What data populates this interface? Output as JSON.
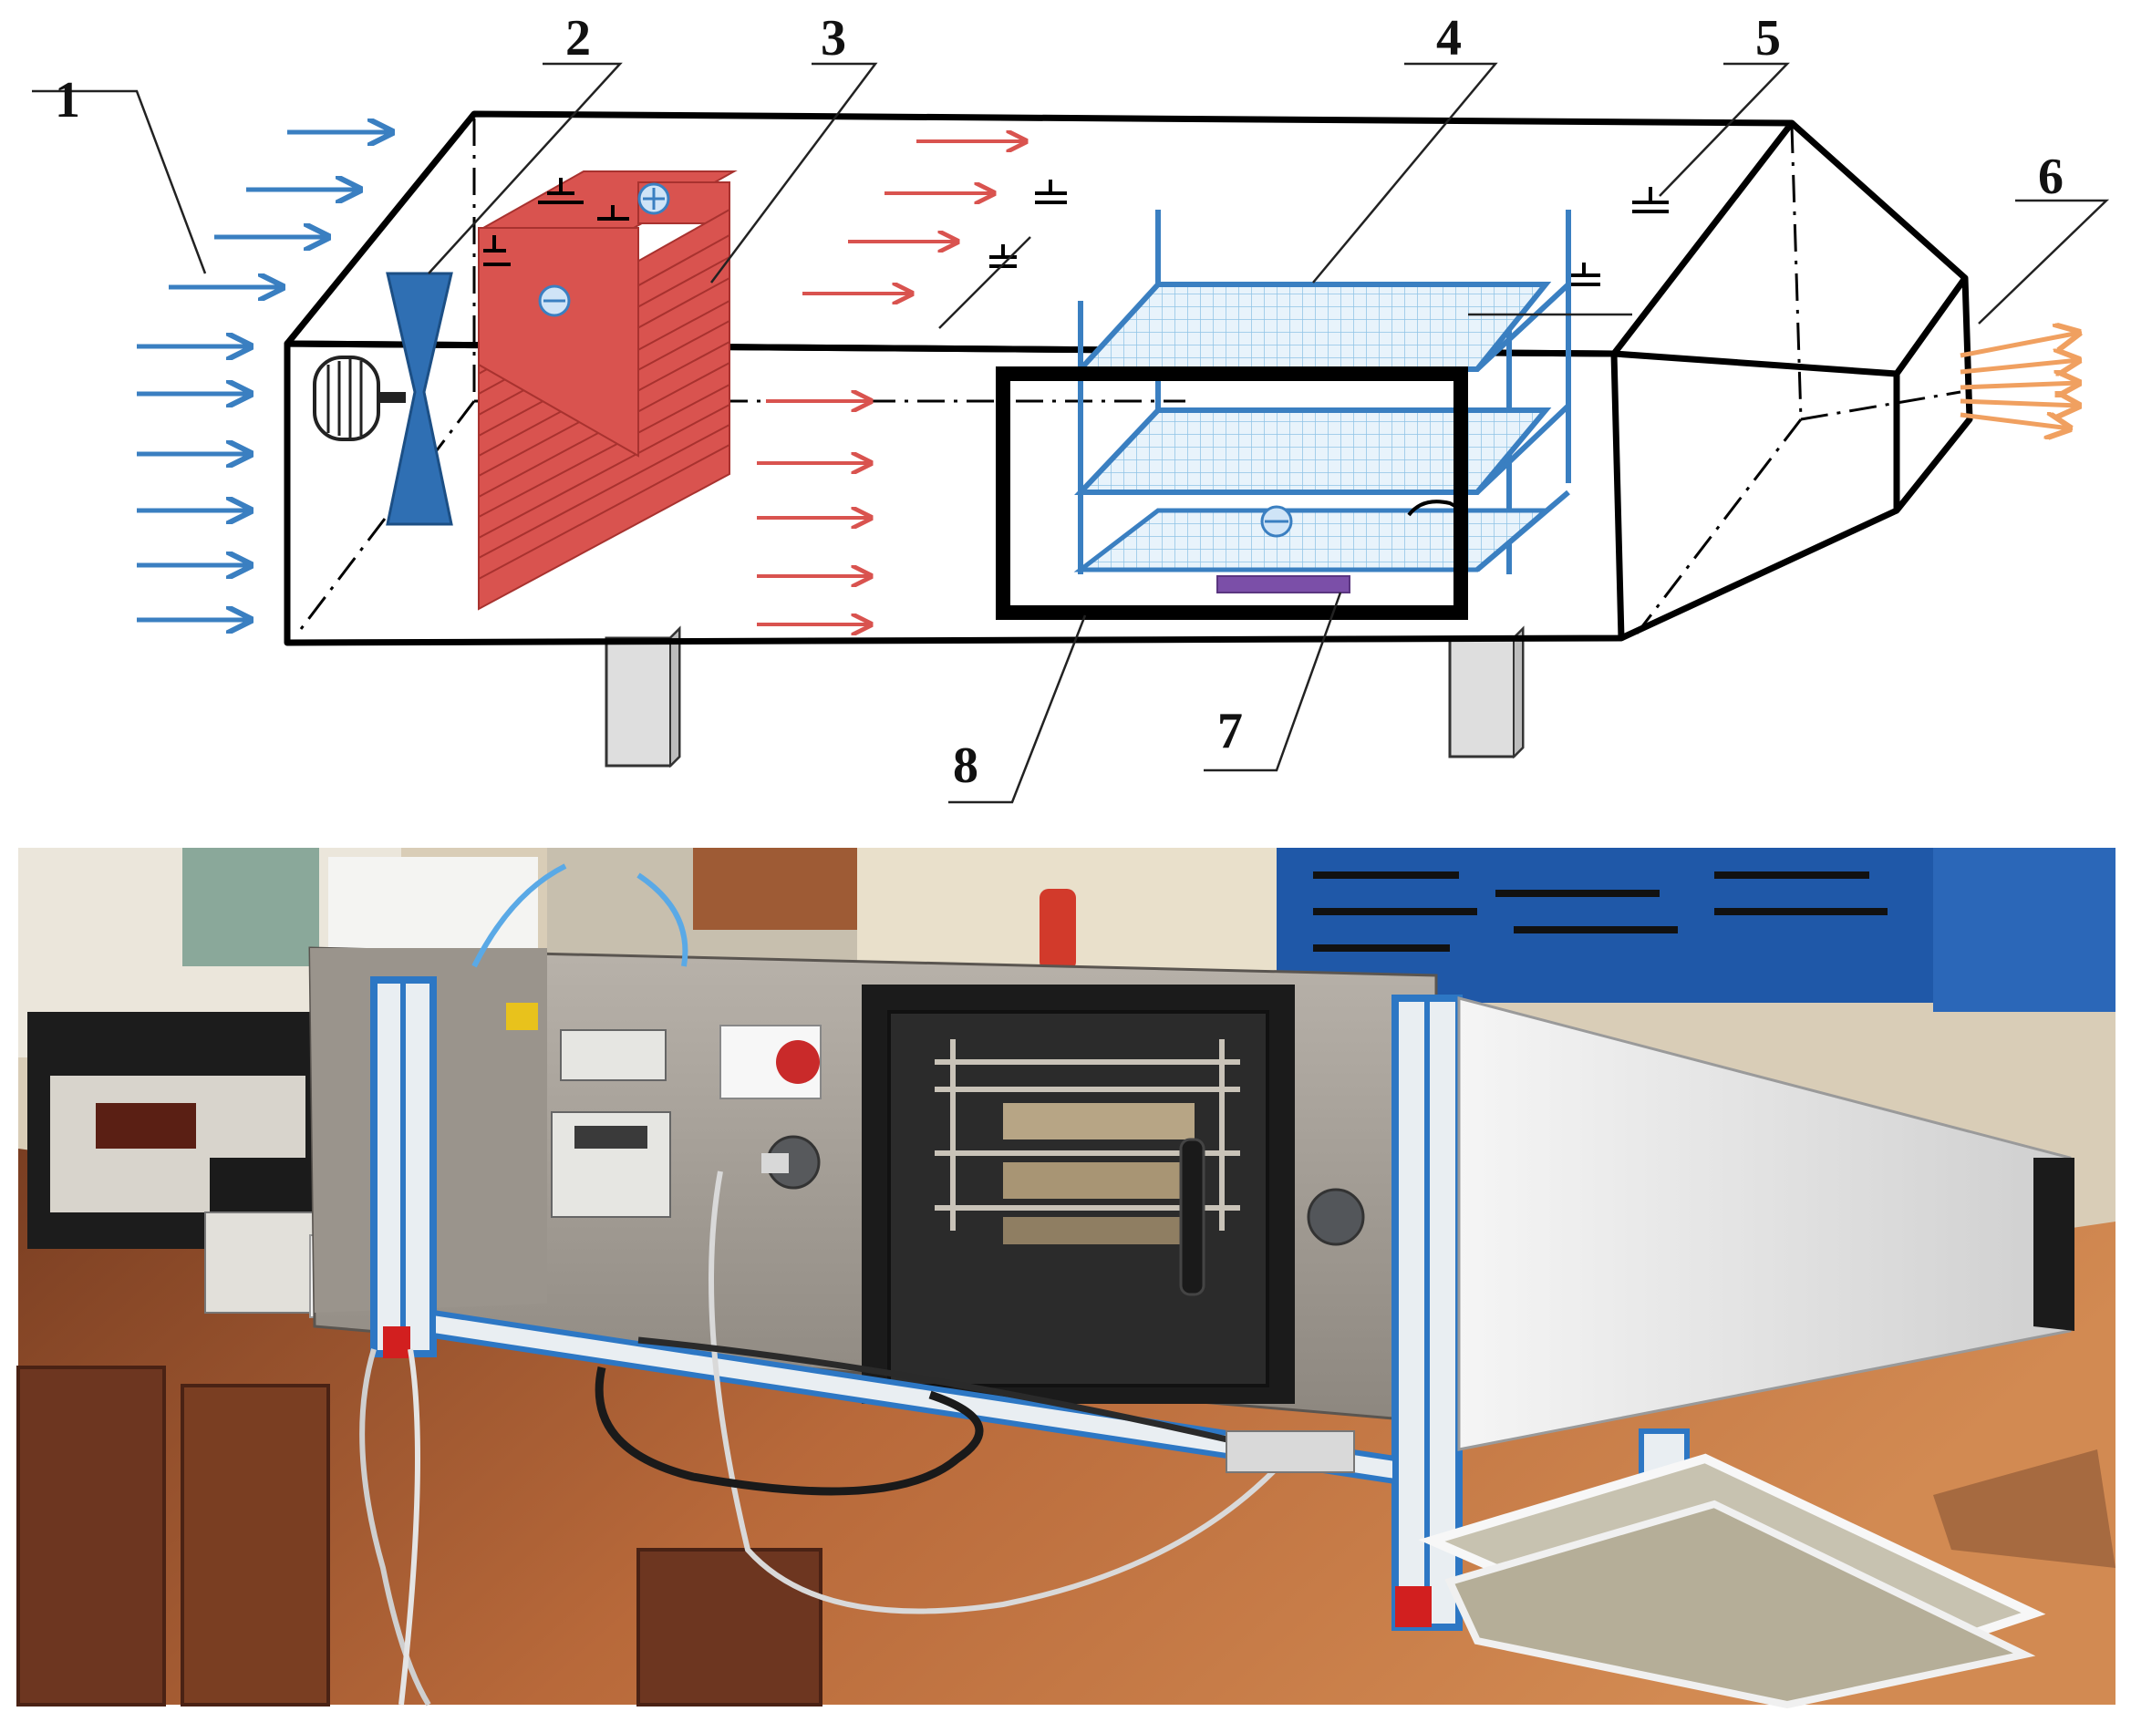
{
  "figure": {
    "labels": [
      "1",
      "2",
      "3",
      "4",
      "5",
      "6",
      "7",
      "8"
    ]
  },
  "components": {
    "air_inlet": "air-inlet-arrows",
    "fan": "fan-icon",
    "heater": "heater-fins",
    "trays": "tray-rack",
    "sensors": "sensor-icon",
    "outlet": "outlet-arrows",
    "scale": "weighing-plate",
    "door": "viewing-door"
  },
  "colors": {
    "inlet_air": "#3a7fc1",
    "heated_air": "#d9534f",
    "heater": "#d9534f",
    "trays": "#3a7fc1",
    "exhaust_air": "#f0a060",
    "scale": "#7b4fa8",
    "frame": "#000000"
  },
  "photo": {
    "device_logo": "logo-badge"
  }
}
